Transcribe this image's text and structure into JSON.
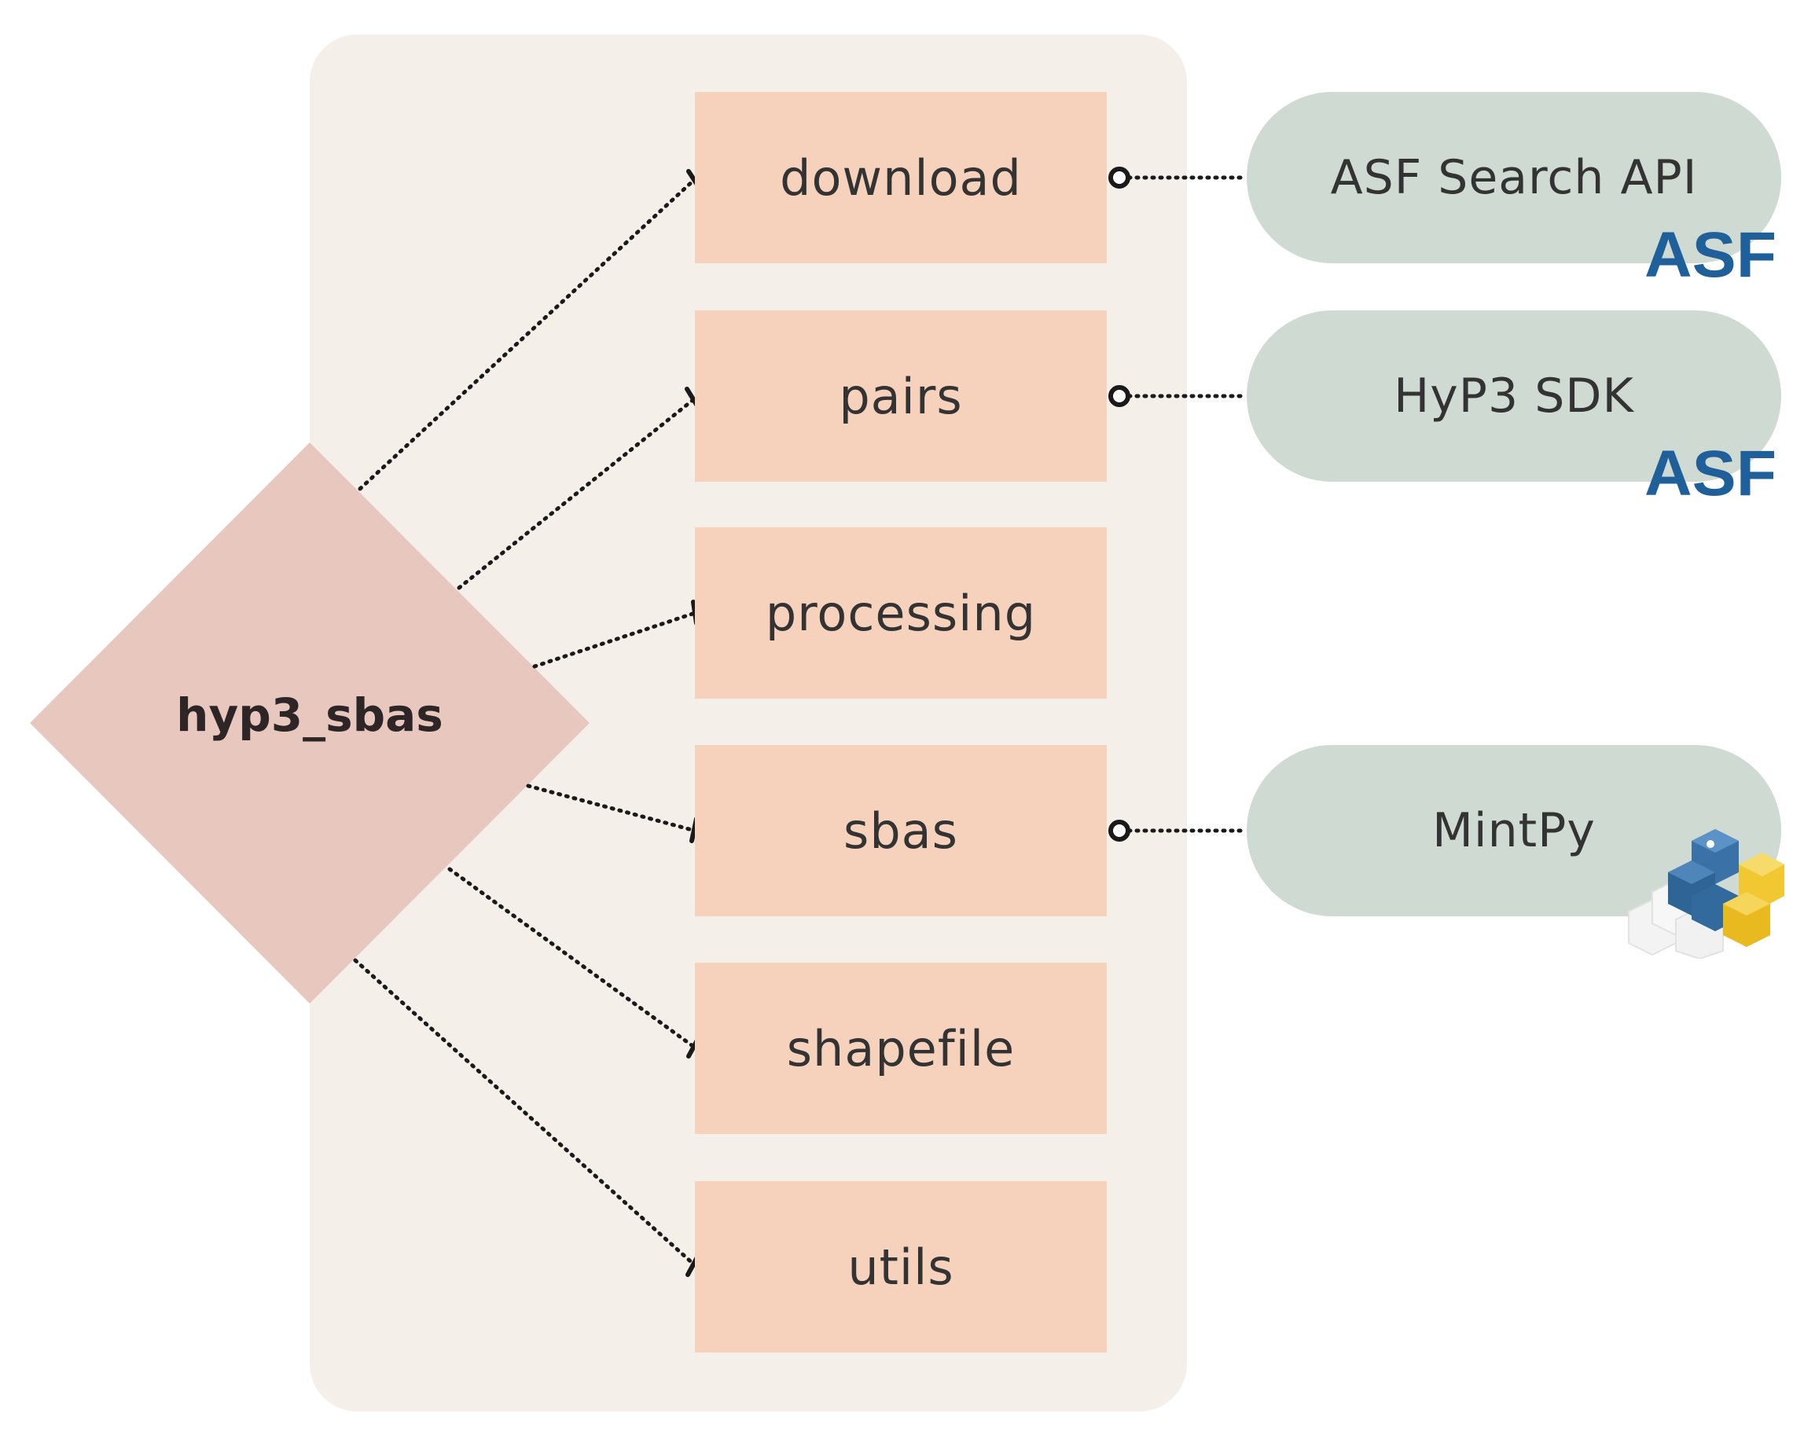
{
  "diagram": {
    "root": {
      "label": "hyp3_sbas"
    },
    "modules": [
      {
        "id": "download",
        "label": "download"
      },
      {
        "id": "pairs",
        "label": "pairs"
      },
      {
        "id": "processing",
        "label": "processing"
      },
      {
        "id": "sbas",
        "label": "sbas"
      },
      {
        "id": "shapefile",
        "label": "shapefile"
      },
      {
        "id": "utils",
        "label": "utils"
      }
    ],
    "externals": [
      {
        "id": "asf-search-api",
        "label": "ASF Search API",
        "logo": "ASF",
        "connects_to": "download"
      },
      {
        "id": "hyp3-sdk",
        "label": "HyP3 SDK",
        "logo": "ASF",
        "connects_to": "pairs"
      },
      {
        "id": "mintpy",
        "label": "MintPy",
        "logo": "python-cubes-icon",
        "connects_to": "sbas"
      }
    ]
  },
  "colors": {
    "panel": "#f5efea",
    "module": "#f6d2bd",
    "external": "#cfdbd2",
    "root": "#e8c8be",
    "asf_logo": "#1f5f9a",
    "python_blue": "#3a72a8",
    "python_yellow": "#f2c832"
  }
}
